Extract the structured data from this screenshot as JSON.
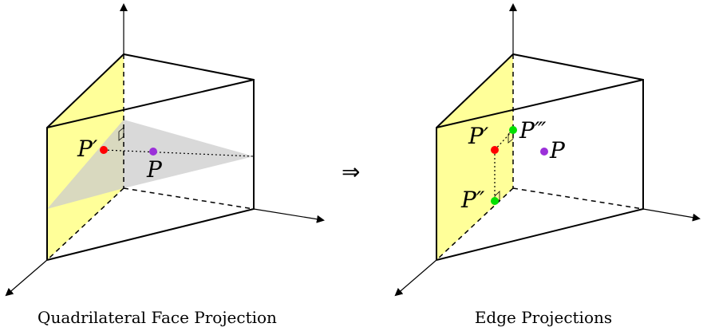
{
  "panels": [
    {
      "caption": "Quadrilateral Face Projection",
      "labels": {
        "p_prime": "P′",
        "p": "P"
      }
    },
    {
      "caption": "Edge Projections",
      "labels": {
        "p_prime": "P′",
        "p": "P",
        "p_double_prime": "P″",
        "p_triple_prime": "P‴"
      }
    }
  ],
  "implies_symbol": "⇒",
  "colors": {
    "face_fill": "#ffff99",
    "projection_plane": "#cccccc",
    "point_p": "#9b30d9",
    "point_p_prime": "#ff0000",
    "point_edge": "#00e000"
  }
}
